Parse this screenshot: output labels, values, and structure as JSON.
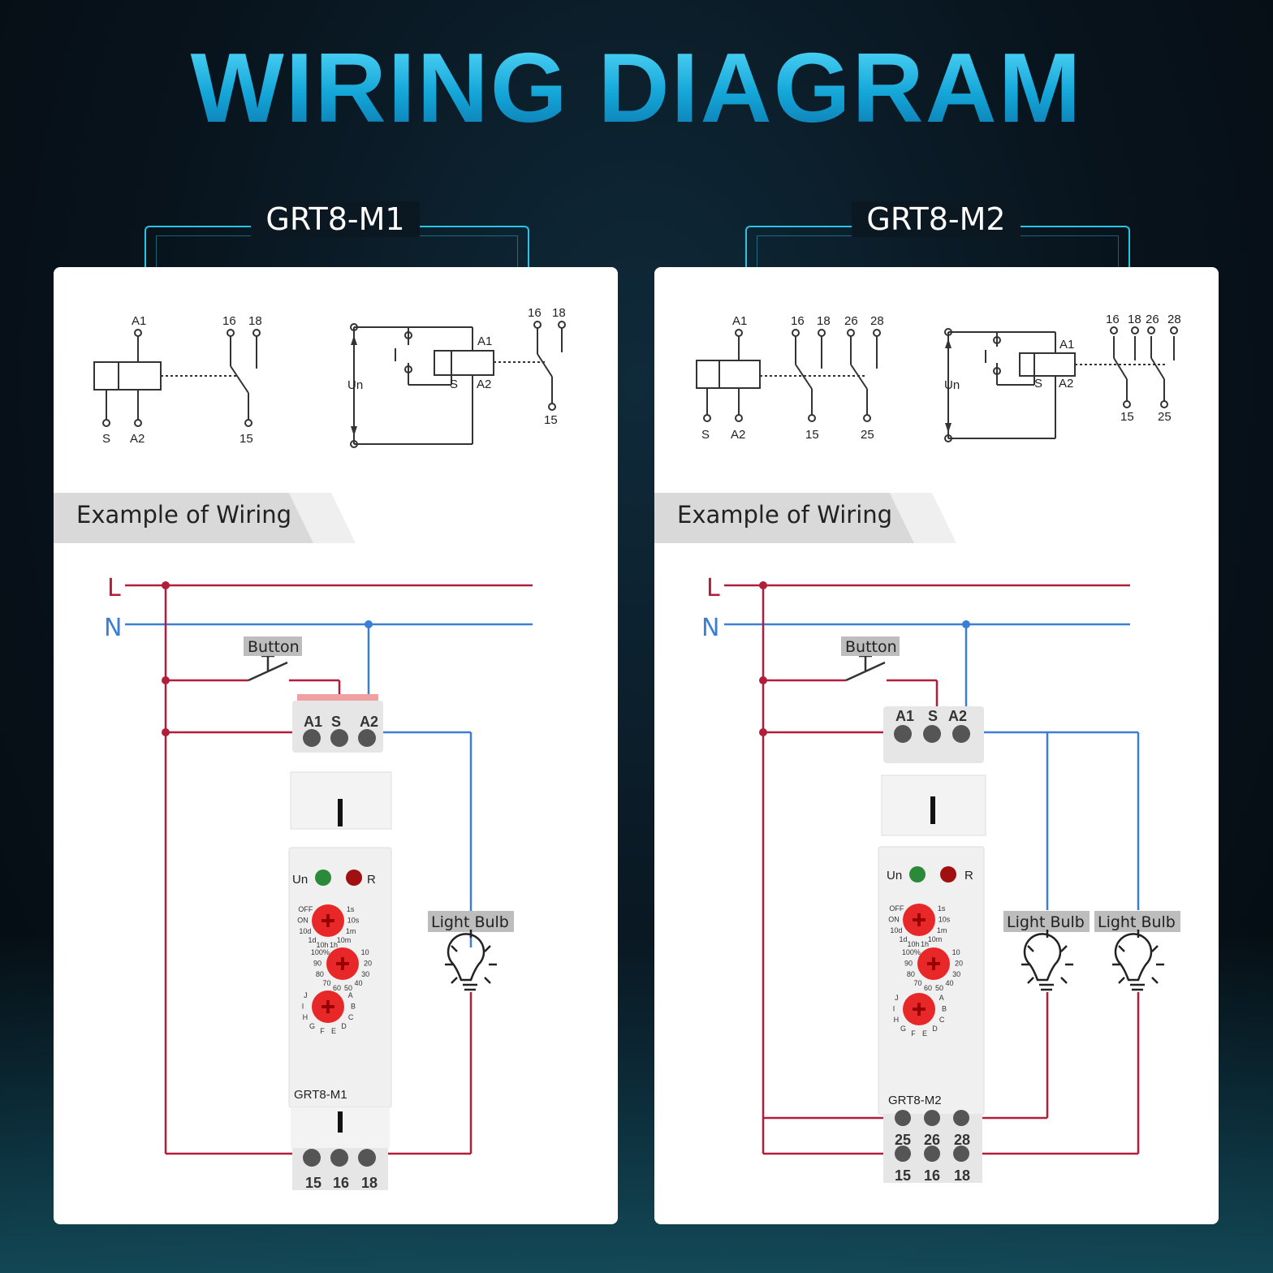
{
  "title": "WIRING DIAGRAM",
  "colors": {
    "live": "#b01e3a",
    "neutral": "#3a7fd5",
    "accent": "#1fb6e8",
    "knob": "#e82828"
  },
  "panels": [
    {
      "model": "GRT8-M1",
      "schematic_left": {
        "a1": "A1",
        "s": "S",
        "a2": "A2",
        "c16": "16",
        "c18": "18",
        "c15": "15"
      },
      "schematic_right": {
        "un": "Un",
        "a1": "A1",
        "s": "S",
        "a2": "A2",
        "c16": "16",
        "c18": "18",
        "c15": "15"
      },
      "example_label": "Example of Wiring",
      "line_l": "L",
      "line_n": "N",
      "button_label": "Button",
      "bulb_label": "Light Bulb",
      "device": {
        "top_terminals": [
          "A1",
          "S",
          "A2"
        ],
        "un_label": "Un",
        "r_label": "R",
        "model_text": "GRT8-M1",
        "bottom_terminals": [
          "15",
          "16",
          "18"
        ]
      }
    },
    {
      "model": "GRT8-M2",
      "schematic_left": {
        "a1": "A1",
        "s": "S",
        "a2": "A2",
        "c16": "16",
        "c18": "18",
        "c26": "26",
        "c28": "28",
        "c15": "15",
        "c25": "25"
      },
      "schematic_right": {
        "un": "Un",
        "a1": "A1",
        "s": "S",
        "a2": "A2",
        "c16": "16",
        "c18": "18",
        "c26": "26",
        "c28": "28",
        "c15": "15",
        "c25": "25"
      },
      "example_label": "Example of Wiring",
      "line_l": "L",
      "line_n": "N",
      "button_label": "Button",
      "bulb_label_1": "Light Bulb",
      "bulb_label_2": "Light Bulb",
      "device": {
        "top_terminals": [
          "A1",
          "S",
          "A2"
        ],
        "un_label": "Un",
        "r_label": "R",
        "model_text": "GRT8-M2",
        "mid_terminals": [
          "25",
          "26",
          "28"
        ],
        "bottom_terminals": [
          "15",
          "16",
          "18"
        ]
      }
    }
  ],
  "dial_labels": {
    "range": [
      "1s",
      "10s",
      "1m",
      "10m",
      "1h",
      "10h",
      "1d",
      "10d",
      "ON",
      "OFF"
    ],
    "percent": [
      "10",
      "20",
      "30",
      "40",
      "50",
      "60",
      "70",
      "80",
      "90",
      "100%"
    ],
    "mode": [
      "A",
      "B",
      "C",
      "D",
      "E",
      "F",
      "G",
      "H",
      "I",
      "J"
    ]
  }
}
